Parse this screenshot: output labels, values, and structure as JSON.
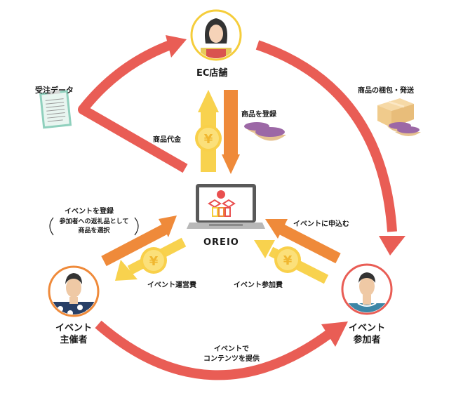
{
  "colors": {
    "red_arrow": "#e95d55",
    "orange_arrow": "#ef8a3a",
    "yellow_arrow": "#f8d24e",
    "coin": "#f9d04a",
    "coin_inner": "#fbe07a",
    "ec_ring": "#f5cd3b",
    "organizer_ring": "#ef8a3a",
    "participant_ring": "#e95d55"
  },
  "nodes": {
    "ec_store": {
      "label": "EC店舗",
      "icon": "woman-avatar-icon"
    },
    "oreio": {
      "label": "OREIO",
      "icon": "laptop-logo-icon"
    },
    "organizer": {
      "label_line1": "イベント",
      "label_line2": "主催者",
      "icon": "man-hawaiian-shirt-avatar-icon"
    },
    "participant": {
      "label_line1": "イベント",
      "label_line2": "参加者",
      "icon": "man-tshirt-avatar-icon"
    }
  },
  "flows": {
    "order_data": {
      "label": "受注データ",
      "icon": "clipboard-icon"
    },
    "product_payment": {
      "label": "商品代金",
      "icon": "yen-coin-icon"
    },
    "register_product": {
      "label": "商品を登録",
      "icon": "sweet-potato-icon"
    },
    "pack_ship": {
      "label": "商品の梱包・発送",
      "icon": "box-icon"
    },
    "register_event": {
      "label": "イベントを登録",
      "note_line1": "参加者への返礼品として",
      "note_line2": "商品を選択"
    },
    "operating_fee": {
      "label": "イベント運営費",
      "icon": "yen-coin-icon"
    },
    "apply_event": {
      "label": "イベントに申込む"
    },
    "participation_fee": {
      "label": "イベント参加費",
      "icon": "yen-coin-icon"
    },
    "provide_content": {
      "label_line1": "イベントで",
      "label_line2": "コンテンツを提供"
    }
  },
  "symbols": {
    "yen": "¥"
  }
}
